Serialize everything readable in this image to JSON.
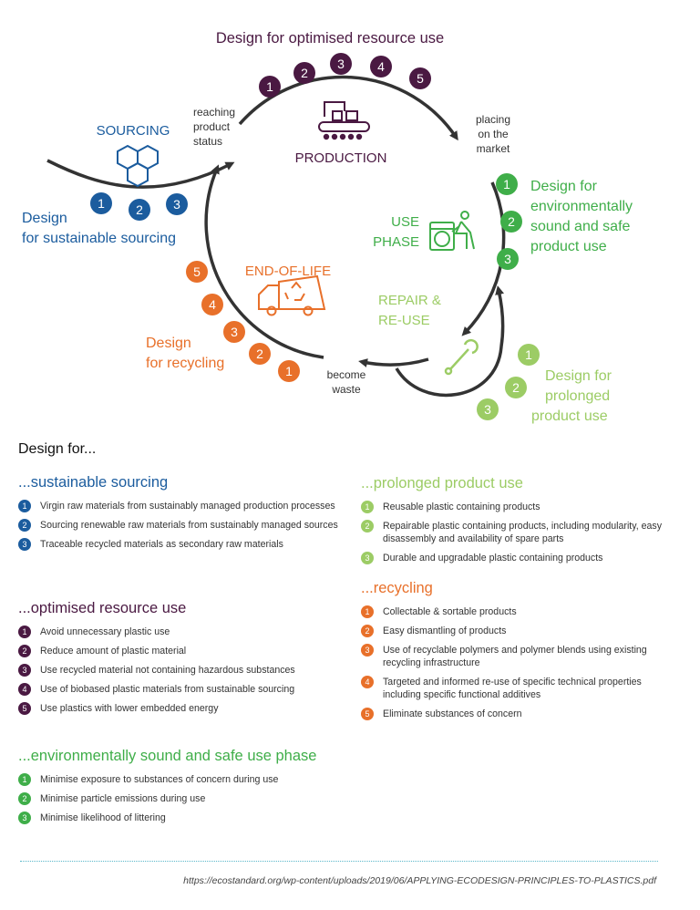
{
  "colors": {
    "sourcing": "#1b5c9e",
    "resource": "#4a1942",
    "use_phase": "#3fae49",
    "prolonged": "#9ccc65",
    "recycling": "#e8702a",
    "dark": "#333333"
  },
  "icons": [
    "hexagon-molecule-icon",
    "factory-conveyor-icon",
    "washing-machine-person-icon",
    "recycling-truck-icon",
    "wrench-icon"
  ],
  "diagram": {
    "top_title": "Design for optimised resource use",
    "sourcing_label": "SOURCING",
    "reaching": [
      "reaching",
      "product",
      "status"
    ],
    "production_label": "PRODUCTION",
    "placing": [
      "placing",
      "on the",
      "market"
    ],
    "use_label": [
      "USE",
      "PHASE"
    ],
    "use_design": [
      "Design for",
      "environmentally",
      "sound and safe",
      "product use"
    ],
    "sourcing_design": [
      "Design",
      "for sustainable sourcing"
    ],
    "eol_label": "END-OF-LIFE",
    "repair": [
      "REPAIR &",
      "RE-USE"
    ],
    "recycling_design": [
      "Design",
      "for recycling"
    ],
    "waste": [
      "become",
      "waste"
    ],
    "prolonged_design": [
      "Design for",
      "prolonged",
      "product use"
    ],
    "resource_nums": [
      "1",
      "2",
      "3",
      "4",
      "5"
    ],
    "sourcing_nums": [
      "1",
      "2",
      "3"
    ],
    "use_nums": [
      "1",
      "2",
      "3"
    ],
    "recycling_nums": [
      "5",
      "4",
      "3",
      "2",
      "1"
    ],
    "prolonged_nums": [
      "1",
      "2",
      "3"
    ]
  },
  "lists": {
    "design_for": "Design for...",
    "sourcing": {
      "title": "...sustainable sourcing",
      "items": [
        {
          "n": "1",
          "text": "Virgin raw materials from sustainably managed production processes"
        },
        {
          "n": "2",
          "text": "Sourcing renewable raw materials from sustainably managed sources"
        },
        {
          "n": "3",
          "text": "Traceable recycled materials as secondary raw materials"
        }
      ]
    },
    "resource": {
      "title": "...optimised resource use",
      "items": [
        {
          "n": "1",
          "text": "Avoid unnecessary plastic use"
        },
        {
          "n": "2",
          "text": "Reduce amount of plastic material"
        },
        {
          "n": "3",
          "text": "Use recycled material not containing hazardous substances"
        },
        {
          "n": "4",
          "text": "Use of biobased plastic materials from sustainable sourcing"
        },
        {
          "n": "5",
          "text": "Use plastics with lower embedded energy"
        }
      ]
    },
    "use_phase": {
      "title": "...environmentally sound and safe use phase",
      "items": [
        {
          "n": "1",
          "text": "Minimise exposure to substances of concern during use"
        },
        {
          "n": "2",
          "text": "Minimise particle emissions during use"
        },
        {
          "n": "3",
          "text": "Minimise likelihood of littering"
        }
      ]
    },
    "prolonged": {
      "title": "...prolonged product use",
      "items": [
        {
          "n": "1",
          "text": "Reusable plastic containing products"
        },
        {
          "n": "2",
          "text": "Repairable plastic containing products, including modularity, easy disassembly and availability of spare parts"
        },
        {
          "n": "3",
          "text": "Durable and upgradable plastic containing products"
        }
      ]
    },
    "recycling": {
      "title": "...recycling",
      "items": [
        {
          "n": "1",
          "text": "Collectable & sortable products"
        },
        {
          "n": "2",
          "text": "Easy dismantling of products"
        },
        {
          "n": "3",
          "text": "Use of recyclable polymers and polymer blends using existing recycling infrastructure"
        },
        {
          "n": "4",
          "text": "Targeted and informed re-use of specific technical properties including specific functional additives"
        },
        {
          "n": "5",
          "text": "Eliminate substances of concern"
        }
      ]
    }
  },
  "source": "https://ecostandard.org/wp-content/uploads/2019/06/APPLYING-ECODESIGN-PRINCIPLES-TO-PLASTICS.pdf"
}
